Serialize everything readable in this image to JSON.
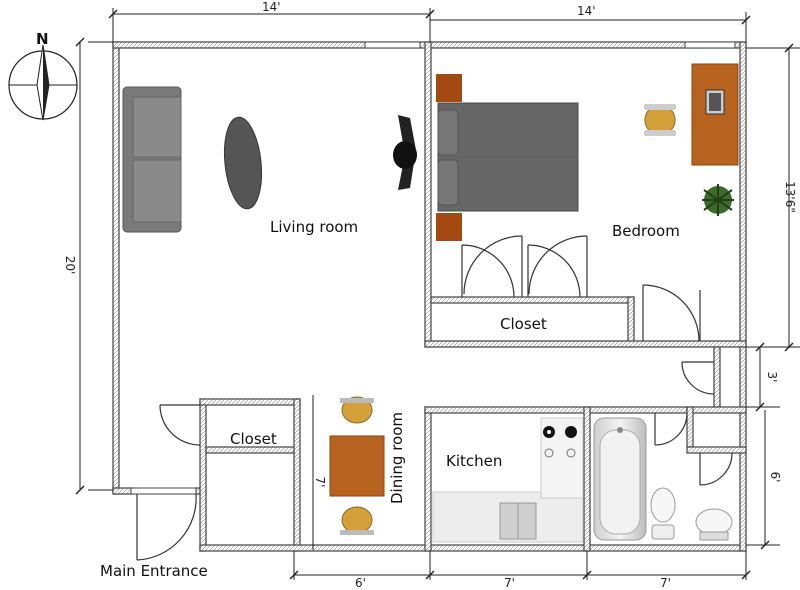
{
  "compass": {
    "letter": "N"
  },
  "rooms": {
    "living": "Living room",
    "bedroom": "Bedroom",
    "closet_bedroom": "Closet",
    "closet_entry": "Closet",
    "dining": "Dining room",
    "kitchen": "Kitchen",
    "entrance": "Main Entrance"
  },
  "dimensions": {
    "top_left": "14'",
    "top_right": "14'",
    "left": "20'",
    "right_upper": "13'6\"",
    "right_middle": "3'",
    "right_lower": "6'",
    "dining_height": "7'",
    "bottom_1": "6'",
    "bottom_2": "7'",
    "bottom_3": "7'"
  },
  "colors": {
    "wall": "#555555",
    "sofa": "#7a7a7a",
    "bed": "#666666",
    "wood": "#b8621f",
    "chair": "#d4a03a",
    "counter": "#e8e8e8",
    "bathtub": "#dcdcdc"
  }
}
